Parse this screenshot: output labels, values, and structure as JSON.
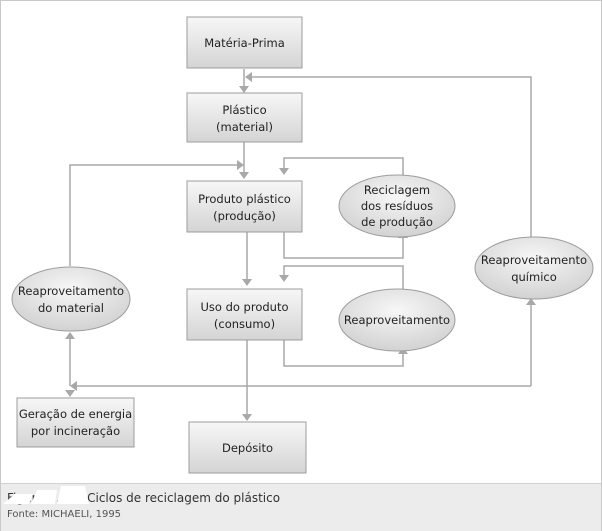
{
  "nodes": {
    "materia_prima": "Matéria-Prima",
    "plastico": [
      "Plástico",
      "(material)"
    ],
    "produto": [
      "Produto plástico",
      "(produção)"
    ],
    "uso": [
      "Uso do produto",
      "(consumo)"
    ],
    "deposito": "Depósito",
    "geracao": [
      "Geração de energia",
      "por incineração"
    ],
    "reaprov_material": [
      "Reaproveitamento",
      "do material"
    ],
    "reciclagem": [
      "Reciclagem",
      "dos resíduos",
      "de produção"
    ],
    "reaproveitamento": "Reaproveitamento",
    "reaprov_quimico": [
      "Reaproveitamento",
      "químico"
    ]
  },
  "caption": {
    "title": "Figura C.11 - Ciclos de reciclagem do plástico",
    "source": "Fonte: MICHAELI, 1995"
  },
  "colors": {
    "box_fill_top": "#f6f6f6",
    "box_fill_bottom": "#d6d6d6",
    "connector": "#a8a8a8",
    "footer_bg": "#ececec"
  }
}
